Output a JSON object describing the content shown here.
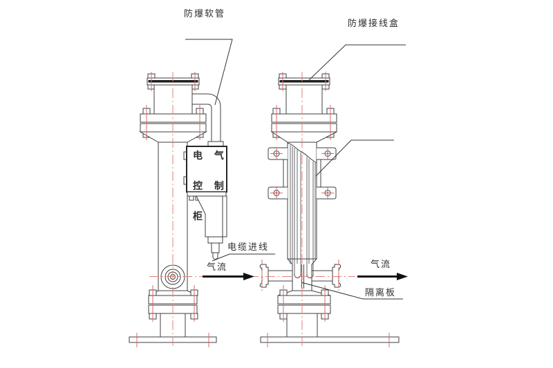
{
  "diagram": {
    "type": "engineering-drawing",
    "subject": "explosion-proof pipeline electric heater, two vessel views",
    "labels": {
      "flexible_hose": "防爆软管",
      "junction_box": "防爆接线盒",
      "cable_entry": "电缆进线",
      "airflow_left": "气流",
      "airflow_right": "气流",
      "isolation_plate": "隔离板",
      "cabinet": {
        "row1": "电 气",
        "row2": "控 制",
        "row3": "柜"
      }
    },
    "colors": {
      "background": "#ffffff",
      "line": "#3f3f3f",
      "heavy_line": "#1e1e1e",
      "centerline_red": "#e2807c",
      "bolt_red": "#d96a6a",
      "arrow_black": "#111111",
      "text": "#2f2f2f"
    }
  }
}
